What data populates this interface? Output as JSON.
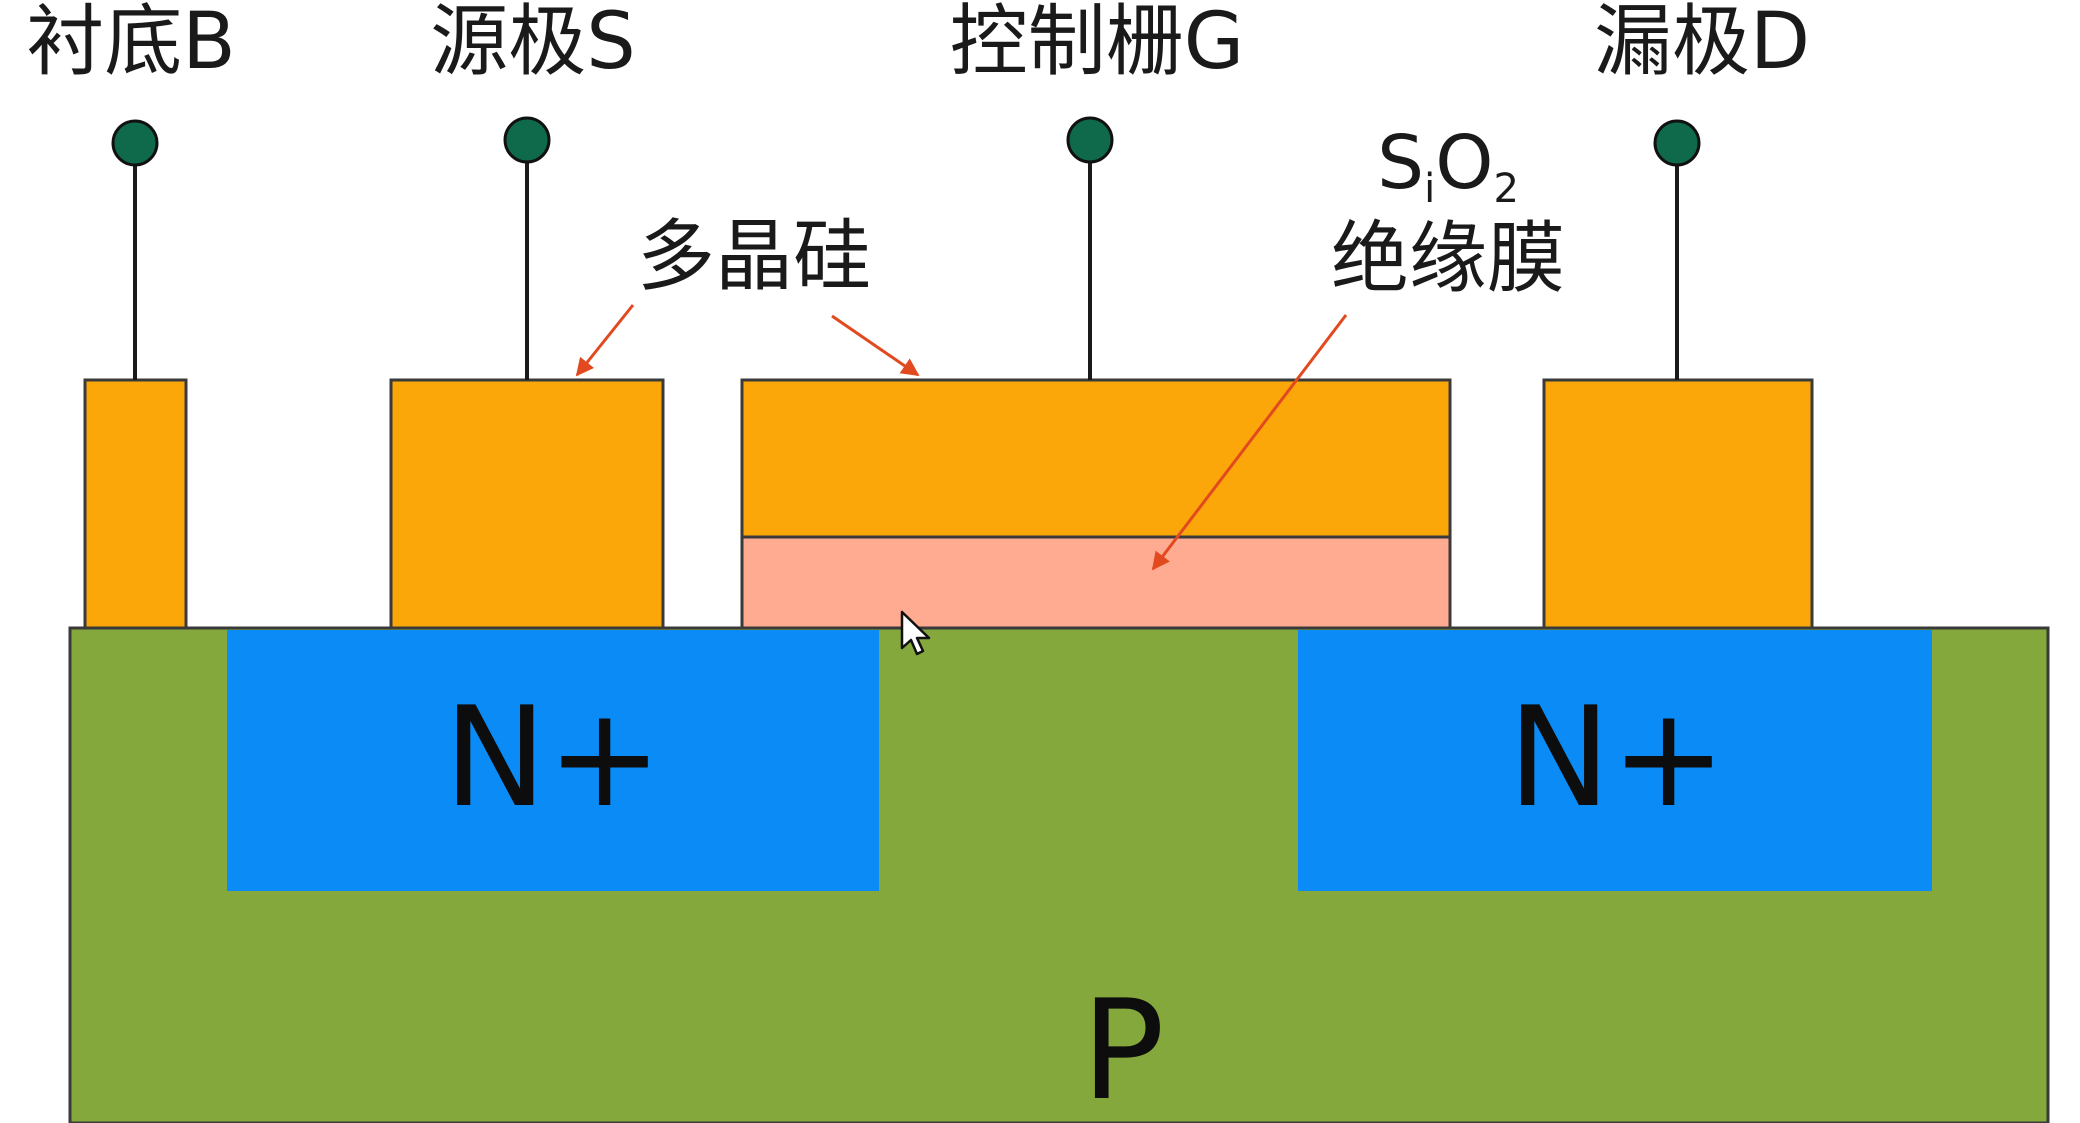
{
  "terminals": {
    "substrate": {
      "label": "衬底B"
    },
    "source": {
      "label": "源极S"
    },
    "gate": {
      "label": "控制栅G"
    },
    "drain": {
      "label": "漏极D"
    }
  },
  "annotations": {
    "polysilicon": {
      "label": "多晶硅"
    },
    "insulator": {
      "formula_main": "S",
      "formula_sub_i": "i",
      "formula_o": "O",
      "formula_sub_2": "2",
      "label": "绝缘膜"
    }
  },
  "regions": {
    "source_doping": {
      "label": "N+"
    },
    "drain_doping": {
      "label": "N+"
    },
    "substrate": {
      "label": "P"
    }
  },
  "colors": {
    "polysilicon": "#FBA70A",
    "oxide": "#FFAB91",
    "substrate": "#84A83C",
    "n_plus": "#0A8BF5",
    "terminal_dot": "#0E6A4A",
    "arrow": "#E2491F",
    "outline": "#3a3a3a"
  },
  "icons": {
    "cursor": "mouse-pointer-icon"
  }
}
